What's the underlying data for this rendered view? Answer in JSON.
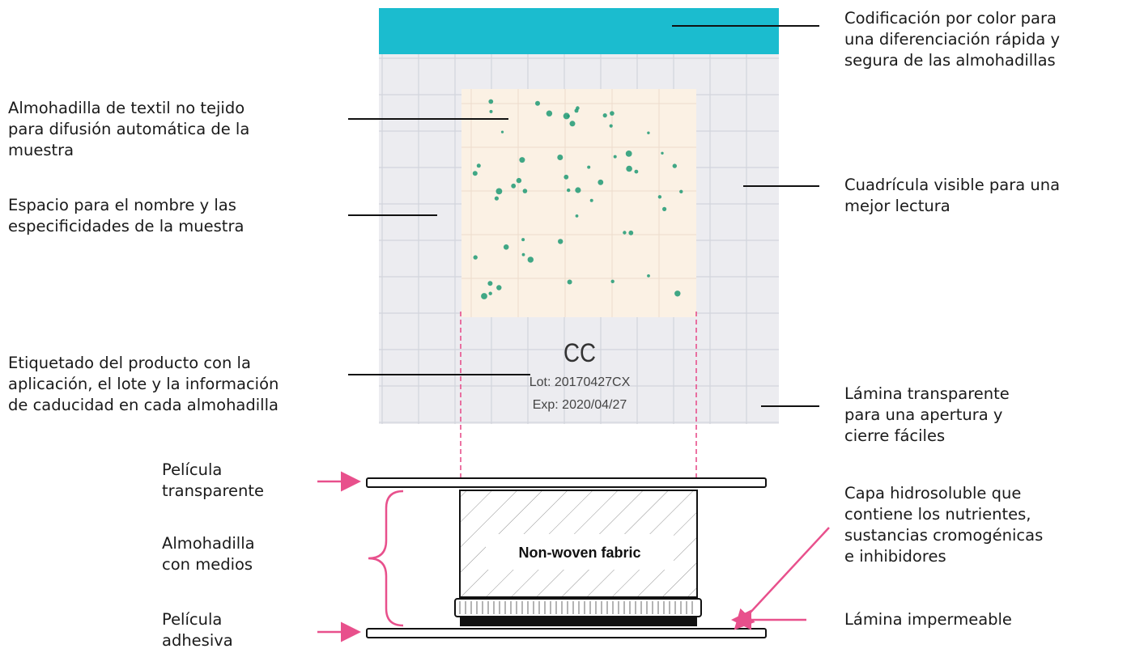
{
  "plate": {
    "label_code": "CC",
    "lot": "Lot: 20170427CX",
    "exp": "Exp: 2020/04/27",
    "colors": {
      "band": "#1bbccf",
      "pad": "#fbf1e4",
      "colony": "#1f9a74",
      "grid": "#c9ccd6",
      "plate_bg": "#ececf0"
    }
  },
  "cross_section": {
    "fabric_label": "Non-woven fabric",
    "colors": {
      "arrow": "#e8508c",
      "dashed": "#e8508c",
      "stroke": "#111111"
    }
  },
  "labels": {
    "color_coding": [
      "Codificación por color para",
      "una diferenciación rápida y",
      "segura de las almohadillas"
    ],
    "textile_pad": [
      "Almohadilla de textil no tejido",
      "para difusión automática de la",
      "muestra"
    ],
    "sample_name": [
      "Espacio para el nombre y las",
      "especificidades de la muestra"
    ],
    "grid": [
      "Cuadrícula visible para una",
      "mejor lectura"
    ],
    "product_label": [
      "Etiquetado del producto con la",
      "aplicación, el lote y la información",
      "de caducidad en cada almohadilla"
    ],
    "transparent_sheet": [
      "Lámina transparente",
      "para una apertura y",
      "cierre fáciles"
    ],
    "transparent_film": [
      "Película",
      "transparente"
    ],
    "pad_media": [
      "Almohadilla",
      "con medios"
    ],
    "adhesive_film": [
      "Película",
      "adhesiva"
    ],
    "soluble_layer": [
      "Capa hidrosoluble que",
      "contiene los nutrientes,",
      "sustancias cromogénicas",
      "e inhibidores"
    ],
    "waterproof_sheet": [
      "Lámina impermeable"
    ]
  }
}
